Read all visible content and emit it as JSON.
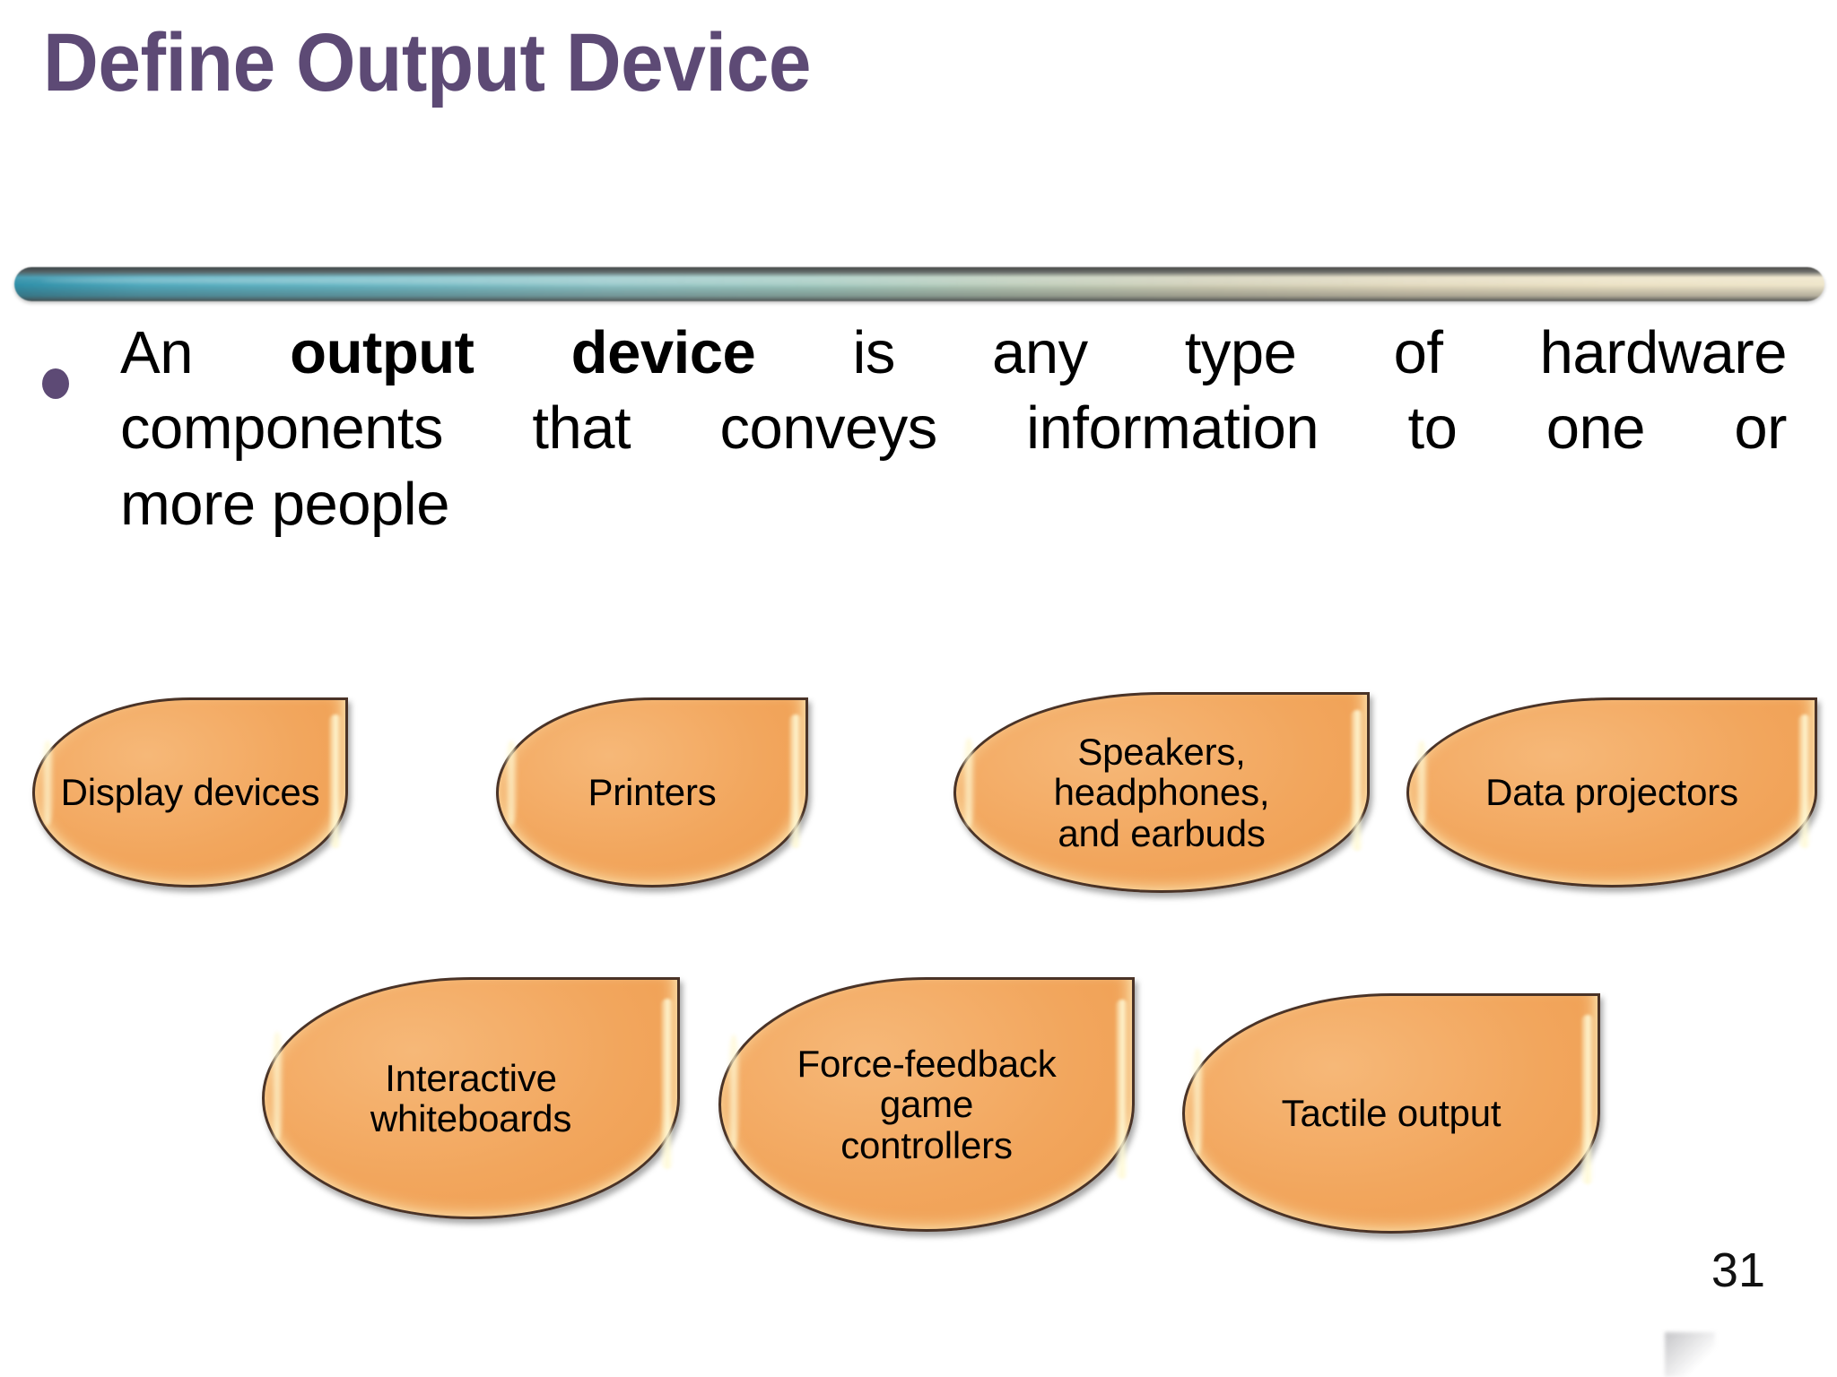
{
  "slide": {
    "title": "Define Output Device",
    "page_number": "31",
    "accent_purple": "#5D4A75",
    "shape_fill": "#F0A055",
    "shape_border": "#4A3327",
    "divider_gradient_from": "#2F8FA8",
    "divider_gradient_to": "#EFE6CB"
  },
  "body": {
    "line1_pre": "An ",
    "line1_bold": "output device",
    "line1_post": " is any type of hardware",
    "line2": "components that conveys information to one or",
    "line3": "more people",
    "full_text": "An output device is any type of hardware components that conveys information to one or more people"
  },
  "shapes": {
    "row1": [
      {
        "label": "Display devices"
      },
      {
        "label": "Printers"
      },
      {
        "label": "Speakers,\nheadphones,\nand earbuds"
      },
      {
        "label": "Data projectors"
      }
    ],
    "row2": [
      {
        "label": "Interactive\nwhiteboards"
      },
      {
        "label": "Force-feedback\ngame\ncontrollers"
      },
      {
        "label": "Tactile output"
      }
    ]
  }
}
